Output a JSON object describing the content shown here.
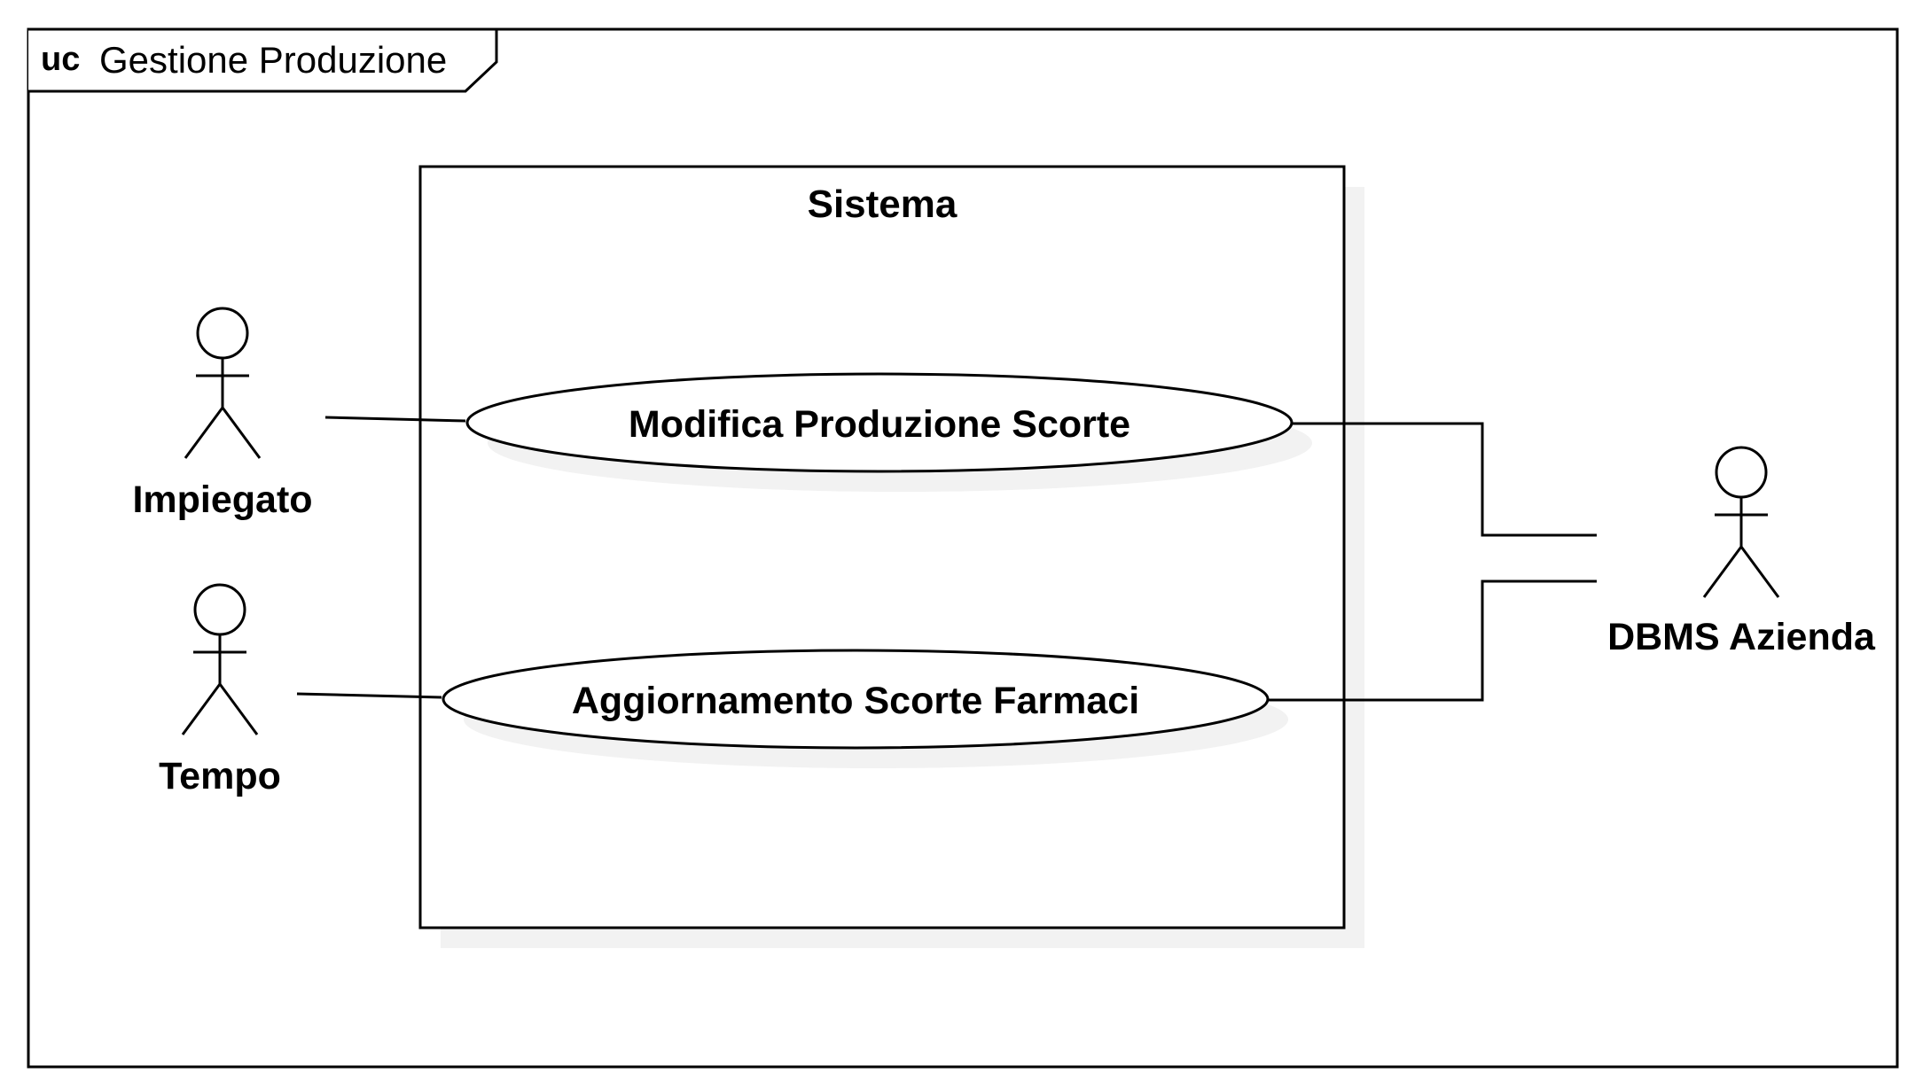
{
  "frame": {
    "keyword": "uc",
    "name": "Gestione Produzione"
  },
  "system": {
    "label": "Sistema"
  },
  "use_cases": [
    {
      "label": "Modifica Produzione Scorte"
    },
    {
      "label": "Aggiornamento Scorte Farmaci"
    }
  ],
  "actors": [
    {
      "label": "Impiegato"
    },
    {
      "label": "Tempo"
    },
    {
      "label": "DBMS Azienda"
    }
  ]
}
